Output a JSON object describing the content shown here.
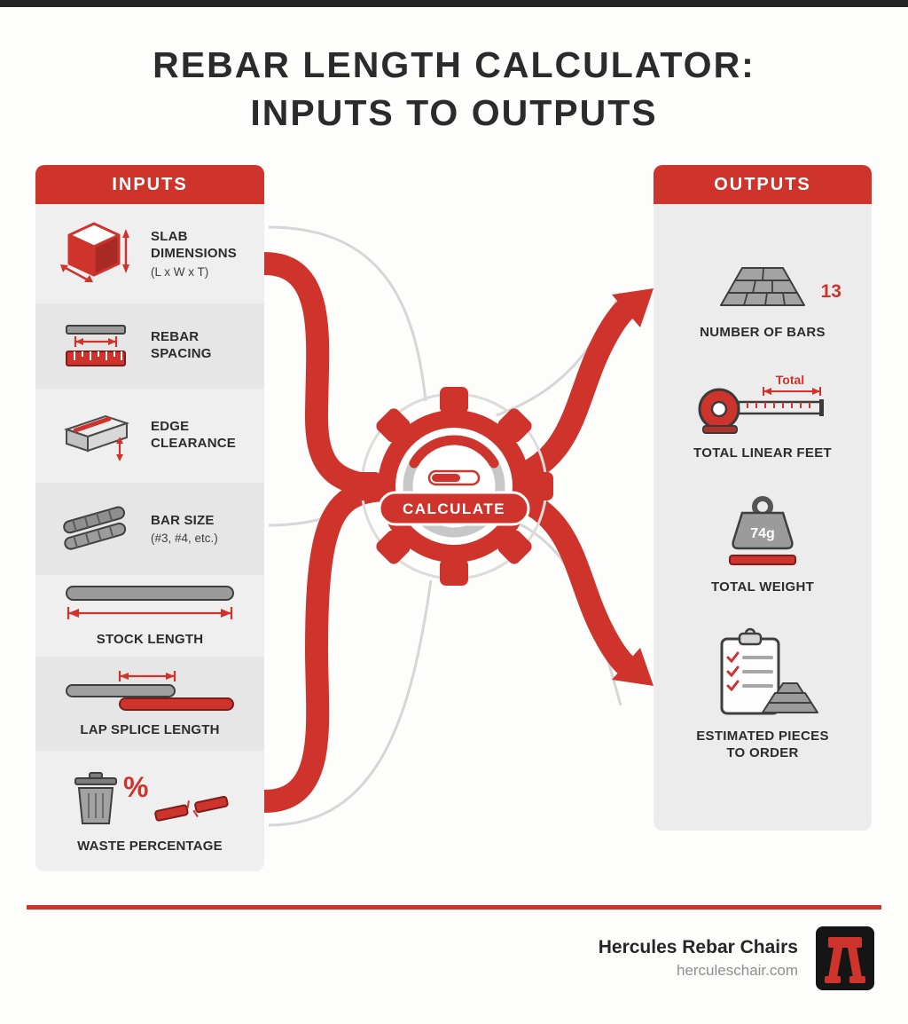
{
  "page": {
    "title": "REBAR LENGTH CALCULATOR:\nINPUTS TO OUTPUTS"
  },
  "inputs": {
    "header": "INPUTS",
    "items": [
      {
        "icon": "slab-cube-icon",
        "label": "SLAB\nDIMENSIONS",
        "sub": "(L x W x T)"
      },
      {
        "icon": "rebar-spacing-icon",
        "label": "REBAR\nSPACING"
      },
      {
        "icon": "edge-clearance-icon",
        "label": "EDGE\nCLEARANCE"
      },
      {
        "icon": "bar-size-icon",
        "label": "BAR SIZE",
        "sub": "(#3, #4, etc.)"
      },
      {
        "icon": "stock-length-icon",
        "label": "STOCK LENGTH"
      },
      {
        "icon": "lap-splice-icon",
        "label": "LAP SPLICE LENGTH"
      },
      {
        "icon": "waste-icon",
        "label": "WASTE PERCENTAGE",
        "value": "%"
      }
    ]
  },
  "center": {
    "label": "CALCULATE"
  },
  "outputs": {
    "header": "OUTPUTS",
    "items": [
      {
        "icon": "bars-stack-icon",
        "label": "NUMBER OF BARS",
        "value": "13"
      },
      {
        "icon": "tape-measure-icon",
        "label": "TOTAL LINEAR FEET",
        "value": "Total"
      },
      {
        "icon": "weight-icon",
        "label": "TOTAL WEIGHT",
        "value": "74g"
      },
      {
        "icon": "clipboard-icon",
        "label": "ESTIMATED PIECES\nTO ORDER"
      }
    ]
  },
  "footer": {
    "brand": "Hercules Rebar Chairs",
    "website": "herculeschair.com"
  },
  "colors": {
    "accent": "#cf342c",
    "panel_bg": "#ebebeb",
    "text_dark": "#262626",
    "icon_gray": "#9b9b9b"
  }
}
